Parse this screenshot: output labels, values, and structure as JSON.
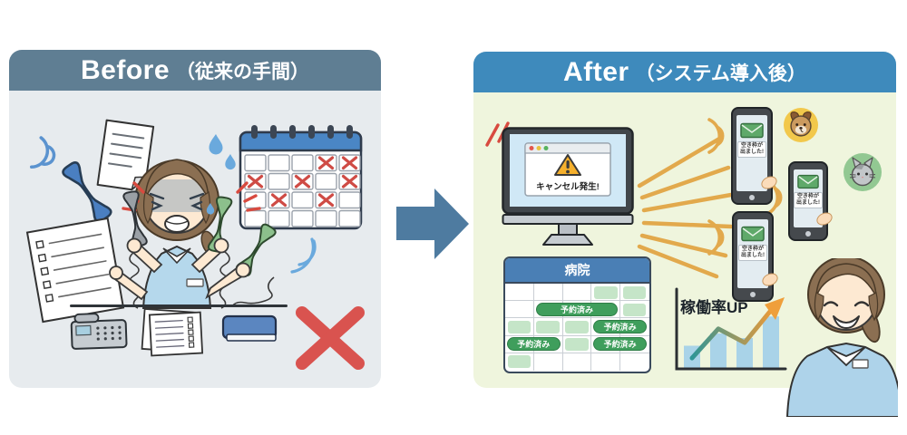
{
  "before": {
    "title": "Before",
    "subtitle": "（従来の手間）",
    "header_color": "#5f7e93",
    "calendar": {
      "rows": 4,
      "cols": 5,
      "marks": [
        [
          0,
          3
        ],
        [
          0,
          4
        ],
        [
          1,
          0
        ],
        [
          1,
          2
        ],
        [
          1,
          4
        ],
        [
          2,
          1
        ],
        [
          2,
          3
        ]
      ]
    }
  },
  "after": {
    "title": "After",
    "subtitle": "（システム導入後）",
    "header_color": "#3e8abc",
    "alert": {
      "message": "キャンセル発生!"
    },
    "phones": [
      {
        "line1": "空き枠が",
        "line2": "出ました!"
      },
      {
        "line1": "空き枠が",
        "line2": "出ました!"
      },
      {
        "line1": "空き枠が",
        "line2": "出ました!"
      }
    ],
    "hospital": {
      "title": "病院",
      "reserved_label": "予約済み",
      "rows": 5,
      "cols": 5,
      "cells": [
        {
          "row": 0,
          "col": 3,
          "span": 1,
          "type": "light"
        },
        {
          "row": 0,
          "col": 4,
          "span": 1,
          "type": "light"
        },
        {
          "row": 1,
          "col": 1,
          "span": 3,
          "type": "reserved"
        },
        {
          "row": 1,
          "col": 4,
          "span": 1,
          "type": "light"
        },
        {
          "row": 2,
          "col": 0,
          "span": 1,
          "type": "light"
        },
        {
          "row": 2,
          "col": 1,
          "span": 1,
          "type": "light"
        },
        {
          "row": 2,
          "col": 2,
          "span": 1,
          "type": "light"
        },
        {
          "row": 2,
          "col": 3,
          "span": 2,
          "type": "reserved"
        },
        {
          "row": 3,
          "col": 0,
          "span": 2,
          "type": "reserved"
        },
        {
          "row": 3,
          "col": 2,
          "span": 1,
          "type": "light"
        },
        {
          "row": 3,
          "col": 3,
          "span": 2,
          "type": "reserved"
        },
        {
          "row": 4,
          "col": 0,
          "span": 1,
          "type": "light"
        }
      ]
    },
    "chart": {
      "type": "bar+line",
      "label": "稼働率UP",
      "bars": [
        30,
        46,
        40,
        68
      ],
      "line": [
        14,
        52,
        34,
        76
      ],
      "bar_color": "#a9d3e8",
      "line_color_start": "#2f9596",
      "line_color_end": "#e79a3b"
    }
  },
  "colors": {
    "before_panel": "#e7ebee",
    "after_panel": "#eff5dd",
    "reserved_green": "#3f9e5c",
    "open_light_green": "#c5e5c8",
    "alert_triangle_orange": "#f5b02d",
    "signal_orange": "#e2a94c",
    "cross_red": "#d9534f",
    "calendar_mark_red": "#cf4b45",
    "arrow_blue": "#4e7ba0"
  }
}
